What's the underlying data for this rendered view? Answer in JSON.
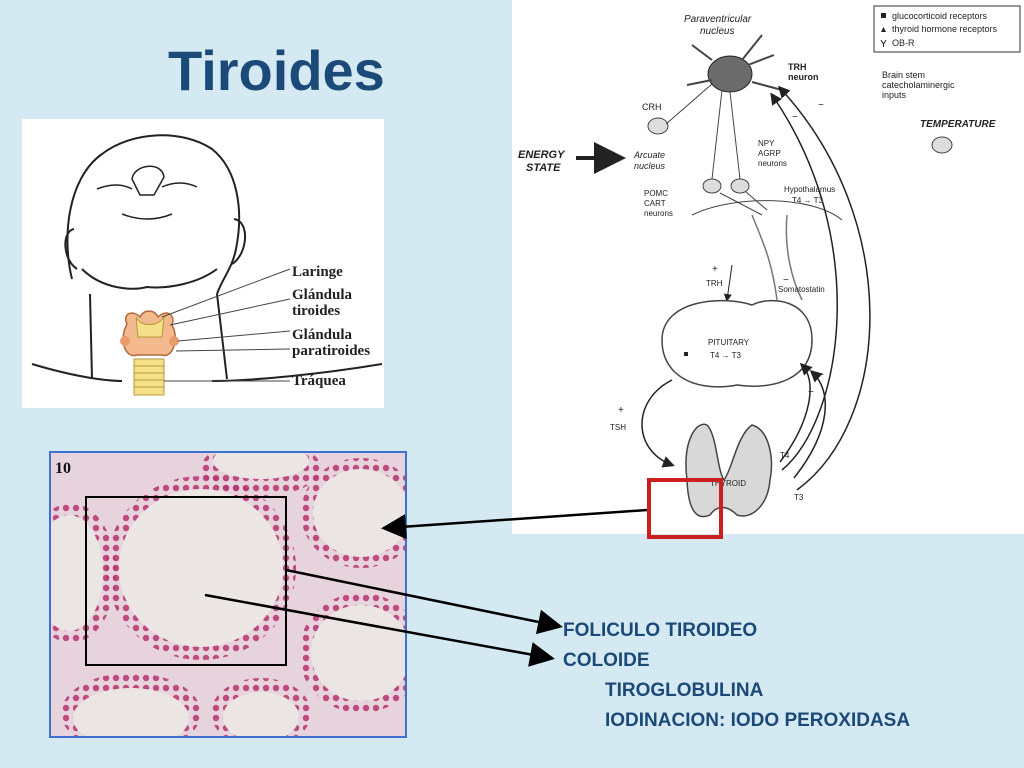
{
  "slide": {
    "title": "Tiroides"
  },
  "neck_figure": {
    "labels": [
      "Laringe",
      "Glándula tiroides",
      "Glándula paratiroides",
      "Tráquea"
    ],
    "laringe": "Laringe",
    "tiroides_line1": "Glándula",
    "tiroides_line2": "tiroides",
    "paratiroides_line1": "Glándula",
    "paratiroides_line2": "paratiroides",
    "traquea": "Tráquea"
  },
  "histology": {
    "figure_number": "10"
  },
  "axis_diagram": {
    "legend": {
      "glucocorticoid": "glucocorticoid receptors",
      "thyroid_hormone": "thyroid hormone receptors",
      "obr": "OB-R"
    },
    "paraventricular_line1": "Paraventricular",
    "paraventricular_line2": "nucleus",
    "trh_neuron_line1": "TRH",
    "trh_neuron_line2": "neuron",
    "brainstem_line1": "Brain stem",
    "brainstem_line2": "catecholaminergic",
    "brainstem_line3": "inputs",
    "temperature": "TEMPERATURE",
    "crh": "CRH",
    "energy_line1": "ENERGY",
    "energy_line2": "STATE",
    "arcuate_line1": "Arcuate",
    "arcuate_line2": "nucleus",
    "npy_line1": "NPY",
    "npy_line2": "AGRP",
    "npy_line3": "neurons",
    "pomc_line1": "POMC",
    "pomc_line2": "CART",
    "pomc_line3": "neurons",
    "hypothalamus": "Hypothalamus",
    "t4t3": "T4 → T3",
    "plus": "+",
    "minus": "−",
    "trh": "TRH",
    "somatostatin": "Somatostatin",
    "pituitary": "PITUITARY",
    "tsh": "TSH",
    "thyroid": "THYROID",
    "t4": "T4",
    "t3": "T3"
  },
  "labels": {
    "foliculo": "FOLICULO TIROIDEO",
    "coloide": "COLOIDE",
    "tiroglobulina": "TIROGLOBULINA",
    "iodinacion": "IODINACION: IODO PEROXIDASA"
  },
  "colors": {
    "title": "#1c4a78",
    "background": "#d5e9f2",
    "highlight_box": "#cc1f1f",
    "arrow": "#000000"
  }
}
